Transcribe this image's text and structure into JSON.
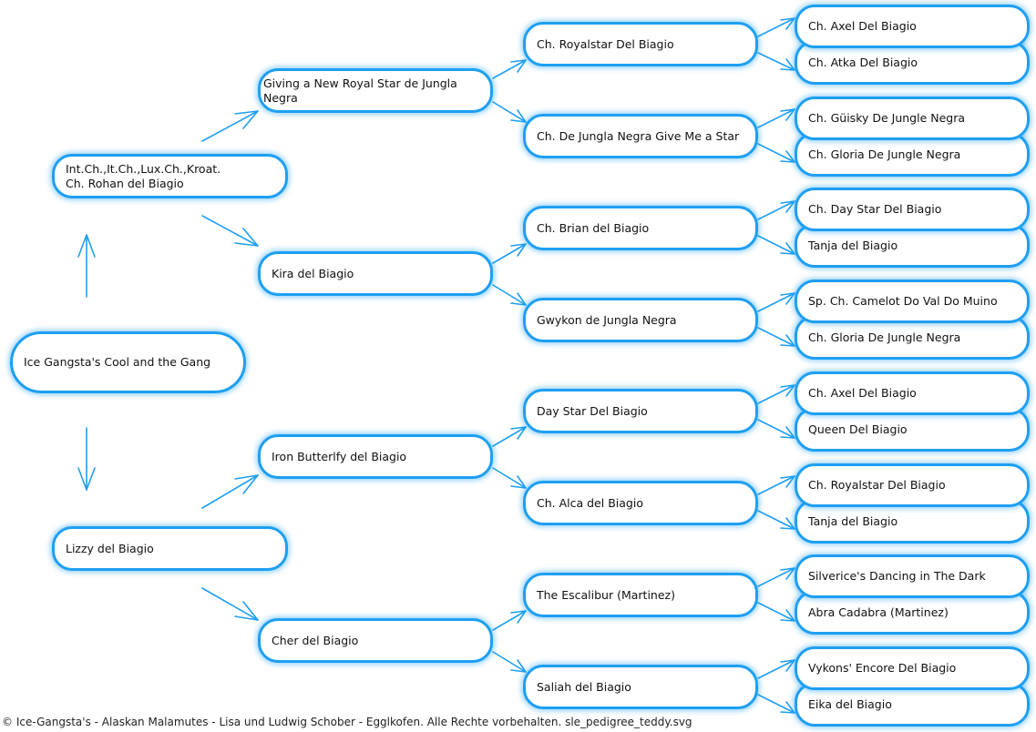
{
  "pedigree": {
    "dog": "Ice Gangsta's Cool and the Gang",
    "sire": {
      "line1": "Int.Ch.,It.Ch.,Lux.Ch.,Kroat.",
      "line2": "Ch. Rohan del Biagio"
    },
    "dam": "Lizzy del Biagio",
    "sire_sire": "Giving a New Royal Star de Jungla Negra",
    "sire_dam": "Kira del Biagio",
    "dam_sire": "Iron Butterlfy del Biagio",
    "dam_dam": "Cher del Biagio",
    "gen3": [
      "Ch. Royalstar Del Biagio",
      "Ch. De Jungla Negra Give Me a Star",
      "Ch. Brian del Biagio",
      "Gwykon de Jungla Negra",
      "Day Star Del Biagio",
      "Ch. Alca del Biagio",
      "The Escalibur (Martinez)",
      "Saliah del Biagio"
    ],
    "gen4": [
      "Ch. Axel Del Biagio",
      "Ch. Atka Del Biagio",
      "Ch. Güisky De Jungle Negra",
      "Ch. Gloria De Jungle Negra",
      "Ch. Day Star Del Biagio",
      "Tanja del Biagio",
      "Sp. Ch. Camelot Do Val Do Muino",
      "Ch. Gloria De Jungle Negra",
      "Ch. Axel Del Biagio",
      "Queen Del Biagio",
      "Ch. Royalstar Del Biagio",
      "Tanja del Biagio",
      "Silverice's Dancing in The Dark",
      "Abra Cadabra (Martinez)",
      "Vykons' Encore Del Biagio",
      "Eika del Biagio"
    ]
  },
  "footer": "© Ice-Gangsta's - Alaskan Malamutes - Lisa und Ludwig Schober - Egglkofen. Alle Rechte vorbehalten.  sle_pedigree_teddy.svg",
  "colors": {
    "border": "#1e9ff2",
    "arrow": "#1e9ff2"
  }
}
